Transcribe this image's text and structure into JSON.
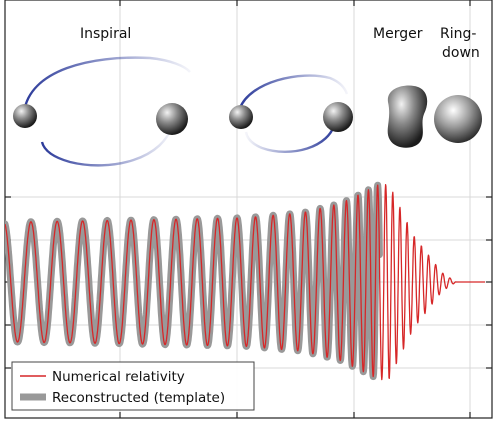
{
  "chart_data": {
    "type": "line",
    "title": "",
    "xlabel": "",
    "ylabel": "",
    "grid": true,
    "legend_placement": "bottom-left",
    "stage_labels": {
      "inspiral": "Inspiral",
      "merger": "Merger",
      "ringdown_line1": "Ring-",
      "ringdown_line2": "down"
    },
    "stage_objects": [
      {
        "stage": "inspiral",
        "kind": "binary-orbit",
        "name": "Inspiral binary 1"
      },
      {
        "stage": "inspiral",
        "kind": "binary-orbit",
        "name": "Inspiral binary 2"
      },
      {
        "stage": "merger",
        "kind": "merged-blob",
        "name": "Merger"
      },
      {
        "stage": "ringdown",
        "kind": "sphere",
        "name": "Ring-down"
      }
    ],
    "waveform": {
      "x_range": [
        0,
        1
      ],
      "y_range": [
        -1.55,
        1.55
      ],
      "envelope_points": [
        [
          0.0,
          0.95
        ],
        [
          0.25,
          0.98
        ],
        [
          0.5,
          1.02
        ],
        [
          0.62,
          1.1
        ],
        [
          0.7,
          1.25
        ],
        [
          0.78,
          1.55
        ],
        [
          0.8,
          1.55
        ],
        [
          0.85,
          0.75
        ],
        [
          0.88,
          0.45
        ],
        [
          0.91,
          0.15
        ],
        [
          0.94,
          0.0
        ],
        [
          1.0,
          0.0
        ]
      ],
      "peak_x": 0.8
    },
    "series": [
      {
        "name": "Numerical relativity",
        "color": "#d62728",
        "style": "thin-line"
      },
      {
        "name": "Reconstructed (template)",
        "color": "#999999",
        "style": "thick-band"
      }
    ]
  }
}
